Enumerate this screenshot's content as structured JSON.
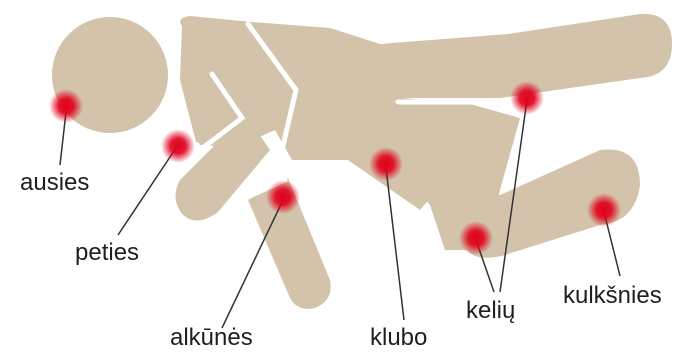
{
  "figure_color": "#d3c3aa",
  "marker_color": "#e0001b",
  "leader_color": "#333333",
  "labels": {
    "ear": "ausies",
    "shoulder": "peties",
    "elbow": "alkūnės",
    "hip": "klubo",
    "knee": "kelių",
    "ankle": "kulkšnies"
  }
}
